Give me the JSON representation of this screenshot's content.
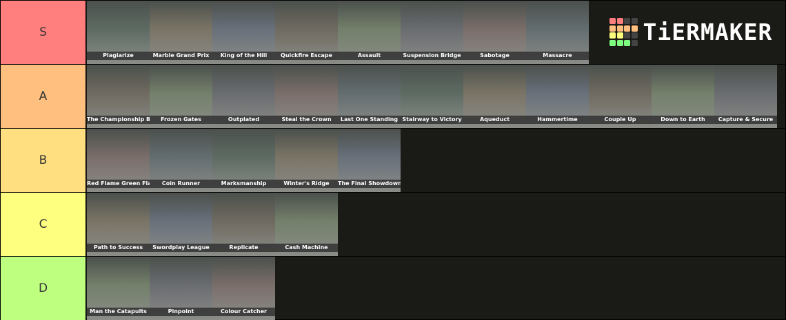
{
  "logo": {
    "text": "TiERMAKER",
    "grid_colors": [
      "#ff7f7f",
      "#ff7f7f",
      "#444",
      "#444",
      "#ffbf7f",
      "#ffbf7f",
      "#ffbf7f",
      "#ffbf7f",
      "#ffff7f",
      "#ffff7f",
      "#444",
      "#444",
      "#7fff7f",
      "#7fff7f",
      "#7fff7f",
      "#444"
    ]
  },
  "tiers": [
    {
      "label": "S",
      "color": "#ff7f7f",
      "items": [
        "Plagiarize",
        "Marble Grand Prix",
        "King of the Hill",
        "Quickfire Escape",
        "Assault",
        "Suspension Bridge",
        "Sabotage",
        "Massacre"
      ]
    },
    {
      "label": "A",
      "color": "#ffbf7f",
      "items": [
        "The Championship Bid",
        "Frozen Gates",
        "Outplated",
        "Steal the Crown",
        "Last One Standing",
        "Stairway to Victory",
        "Aqueduct",
        "Hammertime",
        "Couple Up",
        "Down to Earth",
        "Capture & Secure"
      ]
    },
    {
      "label": "B",
      "color": "#ffdf7f",
      "items": [
        "Red Flame Green Flame",
        "Coin Runner",
        "Marksmanship",
        "Winter's Ridge",
        "The Final Showdown"
      ]
    },
    {
      "label": "C",
      "color": "#ffff7f",
      "items": [
        "Path to Success",
        "Swordplay League",
        "Replicate",
        "Cash Machine"
      ]
    },
    {
      "label": "D",
      "color": "#bfff7f",
      "items": [
        "Man the Catapults",
        "Pinpoint",
        "Colour Catcher"
      ]
    }
  ]
}
